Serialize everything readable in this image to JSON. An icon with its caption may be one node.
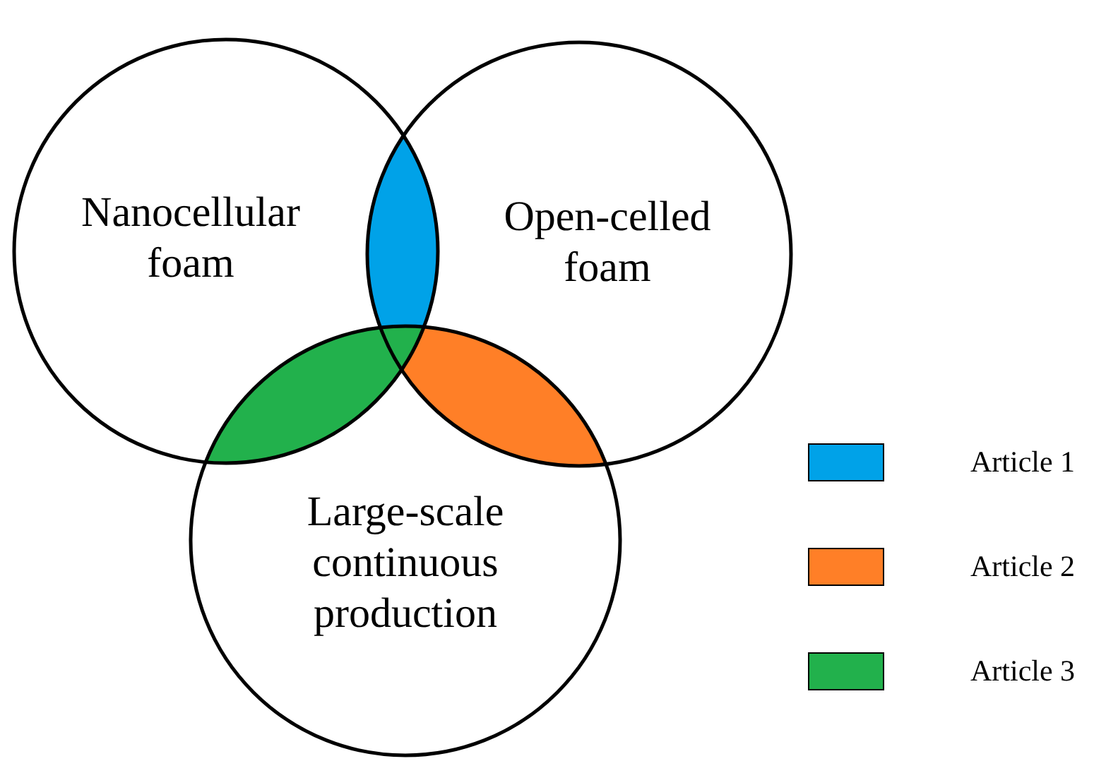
{
  "diagram": {
    "nodes": [
      {
        "text": [
          "Nanocellular foam"
        ]
      },
      {
        "text": [
          "Open-celled foam"
        ]
      },
      {
        "text": [
          "Large-scale continuous production"
        ]
      }
    ],
    "legend": [
      {
        "text": "Article 1",
        "color": "#00a2e8"
      },
      {
        "text": "Article 2",
        "color": "#ff7f27"
      },
      {
        "text": "Article 3",
        "color": "#22b14c"
      }
    ]
  }
}
